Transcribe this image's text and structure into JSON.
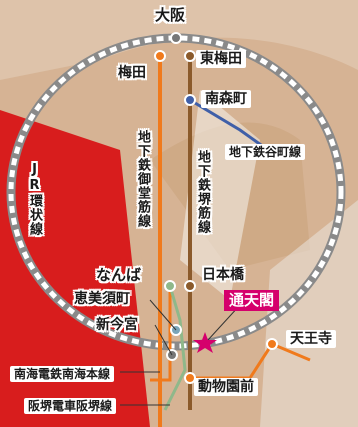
{
  "loop_line": {
    "label": "JR環状線"
  },
  "stations": {
    "osaka": "大阪",
    "umeda": "梅田",
    "higashi_umeda": "東梅田",
    "minami_morimachi": "南森町",
    "namba": "なんば",
    "nipponbashi": "日本橋",
    "ebisucho": "恵美須町",
    "shin_imamiya": "新今宮",
    "tennoji": "天王寺",
    "dobutsuen_mae": "動物園前"
  },
  "lines": {
    "midosuji": "地下鉄御堂筋線",
    "sakaisuji": "地下鉄堺筋線",
    "tanimachi": "地下鉄谷町線",
    "nankai": "南海電鉄南海本線",
    "hankai": "阪堺電車阪堺線"
  },
  "highlight": {
    "label": "通天閣",
    "color": "#d5006c"
  },
  "colors": {
    "loop": "#888888",
    "midosuji": "#f07a1c",
    "sakaisuji": "#8b5a2b",
    "tanimachi": "#3f5fa8",
    "nankai": "#f07a1c",
    "hankai": "#8fb88a"
  }
}
